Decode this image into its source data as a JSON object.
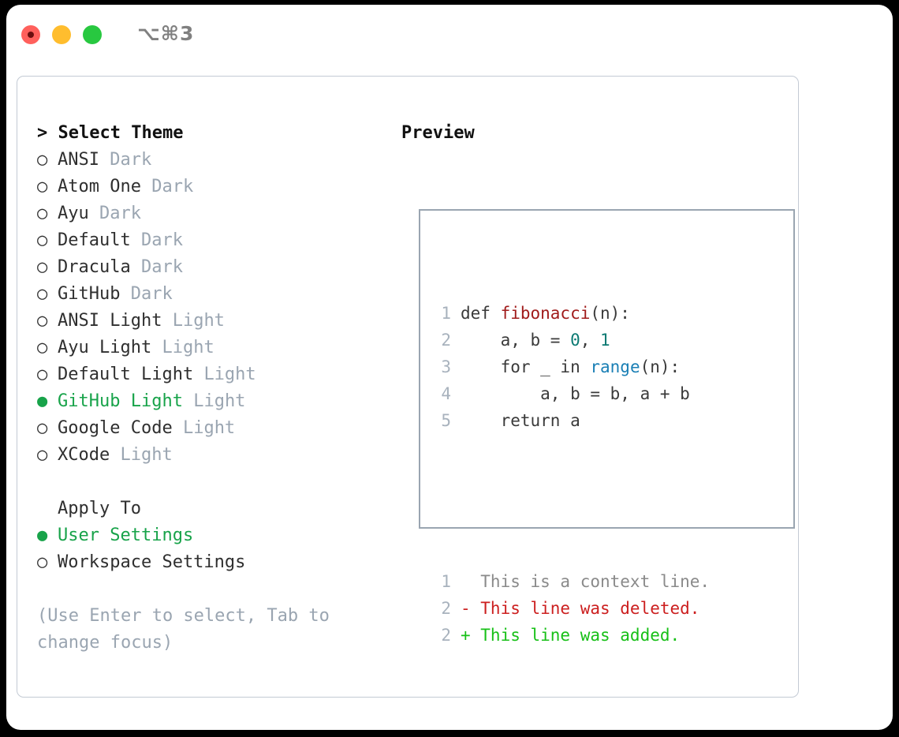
{
  "titlebar": {
    "shortcut": "⌥⌘3",
    "lights": [
      "close-red",
      "minimize-yellow",
      "zoom-green"
    ]
  },
  "theme_selector": {
    "header_marker": ">",
    "header": "Select Theme",
    "items": [
      {
        "marker": "○",
        "label": "ANSI",
        "tag": "Dark",
        "selected": false
      },
      {
        "marker": "○",
        "label": "Atom One",
        "tag": "Dark",
        "selected": false
      },
      {
        "marker": "○",
        "label": "Ayu",
        "tag": "Dark",
        "selected": false
      },
      {
        "marker": "○",
        "label": "Default",
        "tag": "Dark",
        "selected": false
      },
      {
        "marker": "○",
        "label": "Dracula",
        "tag": "Dark",
        "selected": false
      },
      {
        "marker": "○",
        "label": "GitHub",
        "tag": "Dark",
        "selected": false
      },
      {
        "marker": "○",
        "label": "ANSI Light",
        "tag": "Light",
        "selected": false
      },
      {
        "marker": "○",
        "label": "Ayu Light",
        "tag": "Light",
        "selected": false
      },
      {
        "marker": "○",
        "label": "Default Light",
        "tag": "Light",
        "selected": false
      },
      {
        "marker": "●",
        "label": "GitHub Light",
        "tag": "Light",
        "selected": true
      },
      {
        "marker": "○",
        "label": "Google Code",
        "tag": "Light",
        "selected": false
      },
      {
        "marker": "○",
        "label": "XCode",
        "tag": "Light",
        "selected": false
      }
    ]
  },
  "apply_to": {
    "header_marker": " ",
    "header": "Apply To",
    "items": [
      {
        "marker": "●",
        "label": "User Settings",
        "selected": true
      },
      {
        "marker": "○",
        "label": "Workspace Settings",
        "selected": false
      }
    ]
  },
  "hint": "(Use Enter to select, Tab to change focus)",
  "preview": {
    "title": "Preview",
    "code_lines": [
      {
        "num": "1",
        "tokens": [
          {
            "text": "def ",
            "kind": "plain"
          },
          {
            "text": "fibonacci",
            "kind": "func"
          },
          {
            "text": "(n):",
            "kind": "plain"
          }
        ]
      },
      {
        "num": "2",
        "tokens": [
          {
            "text": "    a, b = ",
            "kind": "plain"
          },
          {
            "text": "0",
            "kind": "num"
          },
          {
            "text": ", ",
            "kind": "plain"
          },
          {
            "text": "1",
            "kind": "num"
          }
        ]
      },
      {
        "num": "3",
        "tokens": [
          {
            "text": "    for _ in ",
            "kind": "plain"
          },
          {
            "text": "range",
            "kind": "builtin"
          },
          {
            "text": "(n):",
            "kind": "plain"
          }
        ]
      },
      {
        "num": "4",
        "tokens": [
          {
            "text": "        a, b = b, a + b",
            "kind": "plain"
          }
        ]
      },
      {
        "num": "5",
        "tokens": [
          {
            "text": "    return a",
            "kind": "plain"
          }
        ]
      }
    ],
    "diff_lines": [
      {
        "num": "1",
        "text": "  This is a context line.",
        "kind": "ctx"
      },
      {
        "num": "2",
        "text": "- This line was deleted.",
        "kind": "del"
      },
      {
        "num": "2",
        "text": "+ This line was added.",
        "kind": "add"
      }
    ]
  },
  "colors": {
    "selected_green": "#18a34a",
    "tag_gray": "#9aa5b1",
    "func_red": "#a01b1b",
    "number_teal": "#0c7a73",
    "builtin_blue": "#1a7fb5",
    "diff_delete": "#cc1f1f",
    "diff_add": "#17c017",
    "panel_border": "#c3cad4",
    "preview_border": "#9aa5b1"
  }
}
